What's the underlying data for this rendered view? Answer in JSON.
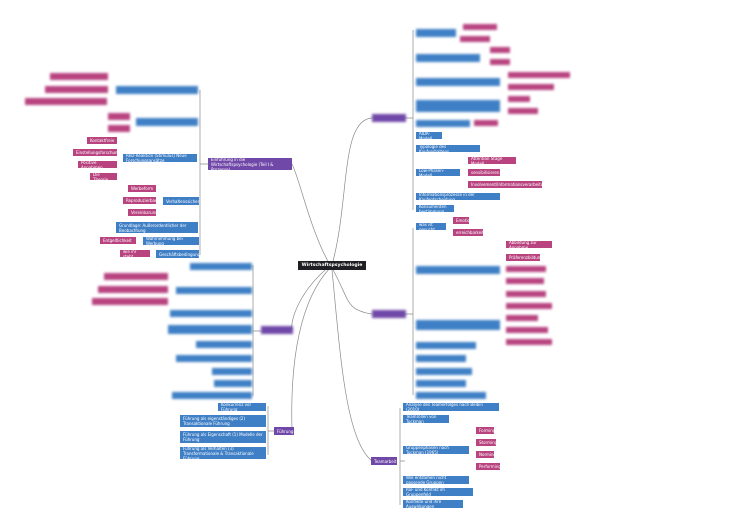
{
  "root": {
    "label": "Wirtschaftspsychologie"
  },
  "branches": {
    "top_left": {
      "label": "Einführung in die Wirtschaftspsychologie (Teil I & Prozesse)"
    },
    "bottom_left": {
      "label": "Führung"
    },
    "bottom_right": {
      "label": "Teamarbeit"
    }
  },
  "top_left_nodes": {
    "reiz_reaktion": "Reiz-Reaktion (Stimulus) Neue Forschungsansätze",
    "verhaltenssicherung": "Verhaltenssicherung",
    "grundlage": "Grundlage: Außerordentlicher der Beobachtung",
    "wahrnehmung": "Wahrnehmung bei Werbung",
    "geschäftsbedingungen": "Geschäftsbedingungen",
    "kontaktfrei": "Kontaktfreie",
    "einstellungsforschung": "Einstellungsforschung",
    "positive_annahmen": "Positive Annahmen",
    "dies_theorie": "Die Theorie",
    "werbeform": "Werbeform",
    "reproduzierbarkeit": "Reproduzierbarkeit",
    "vereinbarung": "Vereinbarung",
    "entgeltlichkeit": "Entgeltlichkeit",
    "wie_ihr_steht": "wie ihr steht"
  },
  "right_nodes": {
    "aida_modell": "AIDA-Modell",
    "typologie": "Typologie des Kaufverhaltens",
    "lpm_phasen": "Low-Phasen-Modell",
    "attention": "Attention Stage Modell",
    "sensibilisieren": "sensibilisieren",
    "involvement": "Involvement/Informationsverarbeitung",
    "informationsprozesse": "Informationsprozesse in der Kaufentscheidung",
    "konsumenten": "Konsumenten bestimmung",
    "was_ist_gesucht": "was ist gesucht",
    "emotion": "Emotion",
    "erreichbarkeit": "erreichbarkeit",
    "abbildung": "Abbildung zur Annahme",
    "aufwand": "Präferenzbildung"
  },
  "bottom_left_nodes": {
    "konkurrenz": "Konkurrenz vor Führung",
    "fuehrung_1": "Führung als eigenständiges (2) Transaktionale Führung",
    "fuehrung_2": "Führung als Eigenschaft (1) Modelle der Führung",
    "fuehrung_3": "Führung als Verhalten (3) Transformationale & Transaktionale Führung"
  },
  "bottom_right_nodes": {
    "analyse": "Analyse des Teamerfolges nach Belbin (2010)",
    "teamrollen": "Teamrollen von Tuckman",
    "gruppenphasen": "Gruppenphasen nach Tuckman (1965)",
    "forming": "Forming",
    "storming": "Storming",
    "norming": "Norming",
    "performing": "Performing",
    "gruppen": "Wie entstehen nicht passende Gruppen",
    "rollen": "Rol- und Konflikt im Gruppenfeld",
    "konflikte": "Konflikte und ihre Auswirkungen"
  }
}
